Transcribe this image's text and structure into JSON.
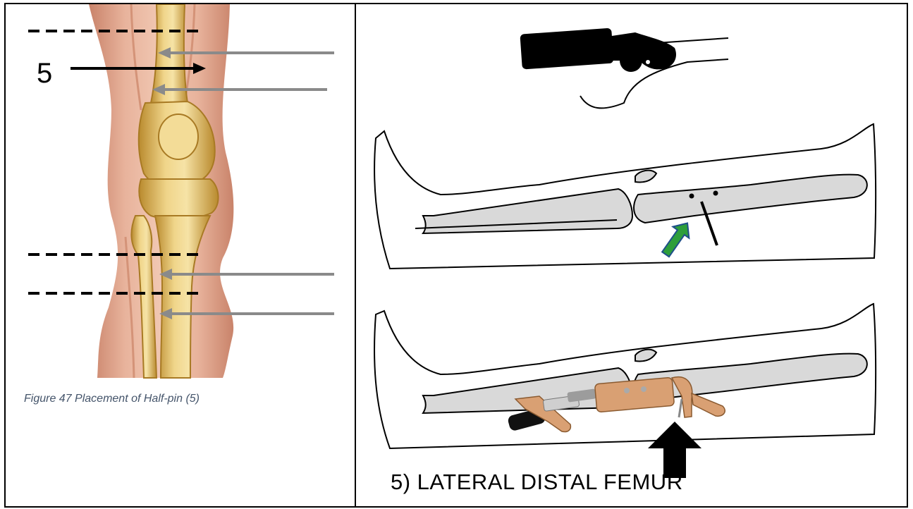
{
  "figure": {
    "caption": "Figure 47 Placement of Half-pin (5)",
    "pin_number": "5",
    "site_label": "5) LATERAL DISTAL FEMUR"
  },
  "colors": {
    "bone": "#e9c877",
    "bone_dark": "#c99a3a",
    "skin": "#e3a98f",
    "skin_dark": "#cf8b6e",
    "gray_arrow": "#8a8a8a",
    "outline_bone_fill": "#d9d9d9",
    "green_arrow": "#2e9e3b",
    "fixator_copper": "#d9a073"
  },
  "icons": {
    "knee_anatomy": "knee-anatomy-illustration",
    "drill": "drill-icon",
    "leg_outline": "leg-outline-icon",
    "fixator": "external-fixator-icon",
    "pressure_arrow": "up-arrow-icon",
    "direction_arrow": "green-arrow-icon"
  }
}
